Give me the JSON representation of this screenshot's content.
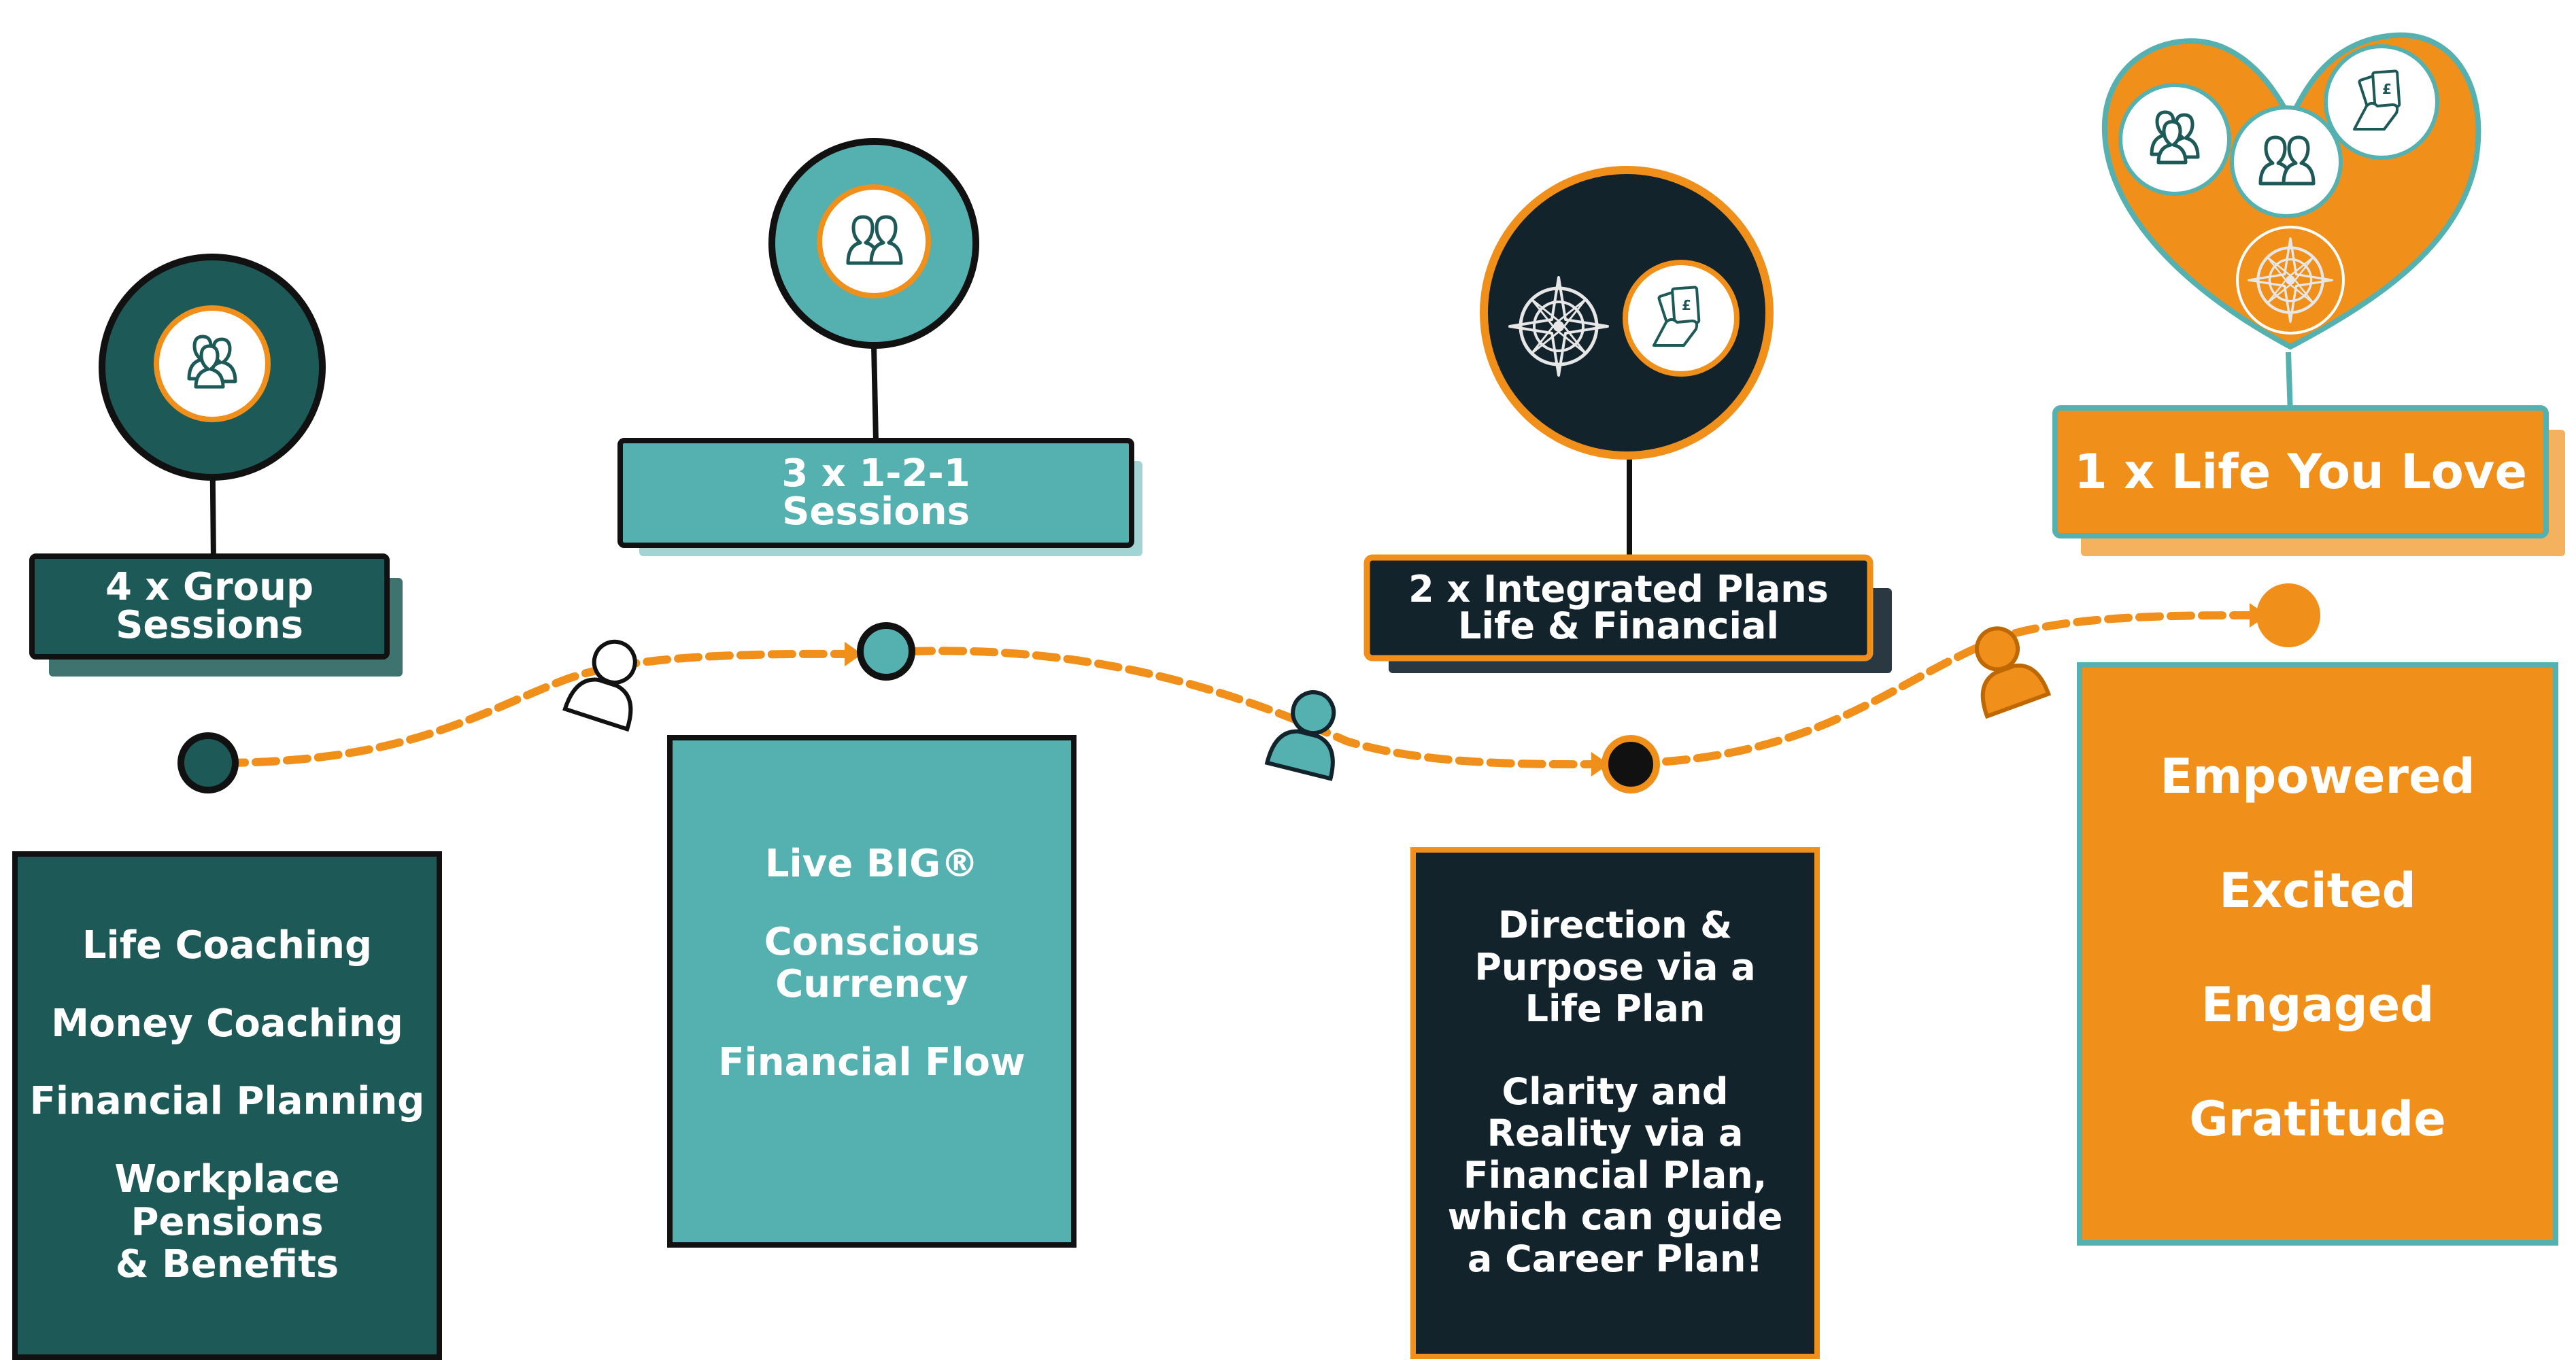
{
  "colors": {
    "dark_teal": "#1d5a57",
    "teal": "#55b0b0",
    "navy": "#13232c",
    "orange": "#f0901a",
    "white": "#ffffff",
    "black": "#111111"
  },
  "icons": {
    "step1": "group-people-icon",
    "step2": "two-people-icon",
    "step3": [
      "compass-icon",
      "money-hand-icon"
    ],
    "step4": [
      "group-people-icon",
      "two-people-icon",
      "money-hand-icon",
      "compass-icon"
    ],
    "walkers": [
      "person-icon",
      "person-icon",
      "person-icon"
    ]
  },
  "steps": [
    {
      "title": [
        "4 x Group",
        "Sessions"
      ],
      "items": [
        "Life Coaching",
        "Money Coaching",
        "Financial Planning",
        "Workplace",
        "Pensions",
        "& Benefits"
      ]
    },
    {
      "title": [
        "3 x 1-2-1",
        "Sessions"
      ],
      "items": [
        "Live BIG®",
        "Conscious",
        "Currency",
        "Financial Flow"
      ]
    },
    {
      "title": [
        "2 x Integrated Plans",
        "Life & Financial"
      ],
      "items": [
        "Direction &",
        "Purpose via a",
        "Life Plan",
        "Clarity and",
        "Reality via a",
        "Financial Plan,",
        "which can guide",
        "a Career Plan!"
      ]
    },
    {
      "title": [
        "1 x Life You Love"
      ],
      "items": [
        "Empowered",
        "Excited",
        "Engaged",
        "Gratitude"
      ]
    }
  ]
}
